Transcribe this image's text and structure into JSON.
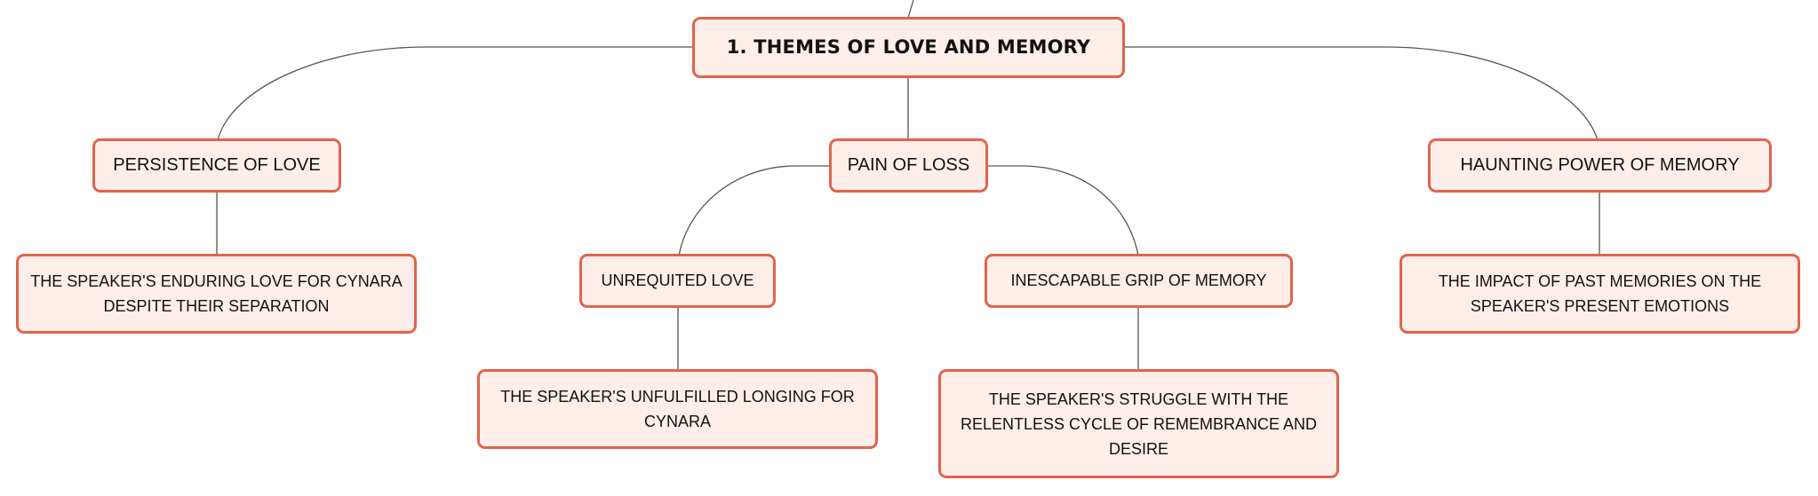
{
  "colors": {
    "node_fill": "#fdeeea",
    "node_border": "#e2634c",
    "connector": "#555555"
  },
  "root": {
    "label": "1. THEMES OF LOVE AND MEMORY"
  },
  "branches": [
    {
      "label": "PERSISTENCE OF LOVE",
      "children": [
        {
          "label": "THE SPEAKER'S ENDURING LOVE FOR CYNARA DESPITE THEIR SEPARATION"
        }
      ]
    },
    {
      "label": "PAIN OF LOSS",
      "children": [
        {
          "label": "UNREQUITED LOVE",
          "children": [
            {
              "label": "THE SPEAKER'S UNFULFILLED LONGING FOR CYNARA"
            }
          ]
        },
        {
          "label": "INESCAPABLE GRIP OF MEMORY",
          "children": [
            {
              "label": "THE SPEAKER'S STRUGGLE WITH THE RELENTLESS CYCLE OF REMEMBRANCE AND DESIRE"
            }
          ]
        }
      ]
    },
    {
      "label": "HAUNTING POWER OF MEMORY",
      "children": [
        {
          "label": "THE IMPACT OF PAST MEMORIES ON THE SPEAKER'S PRESENT EMOTIONS"
        }
      ]
    }
  ]
}
